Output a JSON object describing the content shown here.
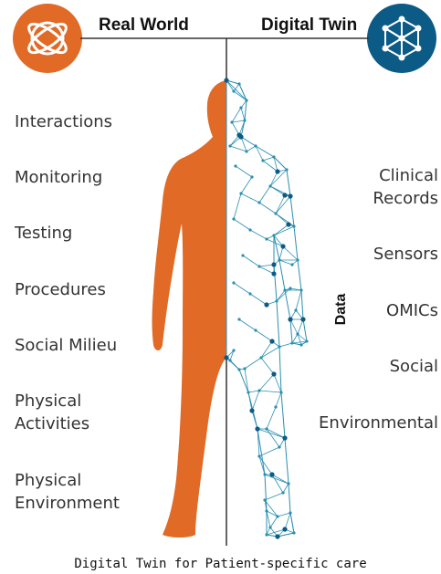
{
  "header": {
    "real_world_title": "Real World",
    "digital_twin_title": "Digital Twin",
    "real_world_icon": "atom-icon",
    "digital_twin_icon": "network-cube-icon"
  },
  "colors": {
    "real_world": "#E06A26",
    "digital_twin": "#0C5A86",
    "mesh": "#2A8FB0",
    "divider": "#333333"
  },
  "left_labels": [
    "Interactions",
    "Monitoring",
    "Testing",
    "Procedures",
    "Social Milieu",
    "Physical\nActivities",
    "Physical\nEnvironment"
  ],
  "right_labels": [
    "Clinical\nRecords",
    "Sensors",
    "OMICs",
    "Social",
    "Environmental"
  ],
  "data_label": "Data",
  "caption": "Digital Twin for Patient-specific care"
}
